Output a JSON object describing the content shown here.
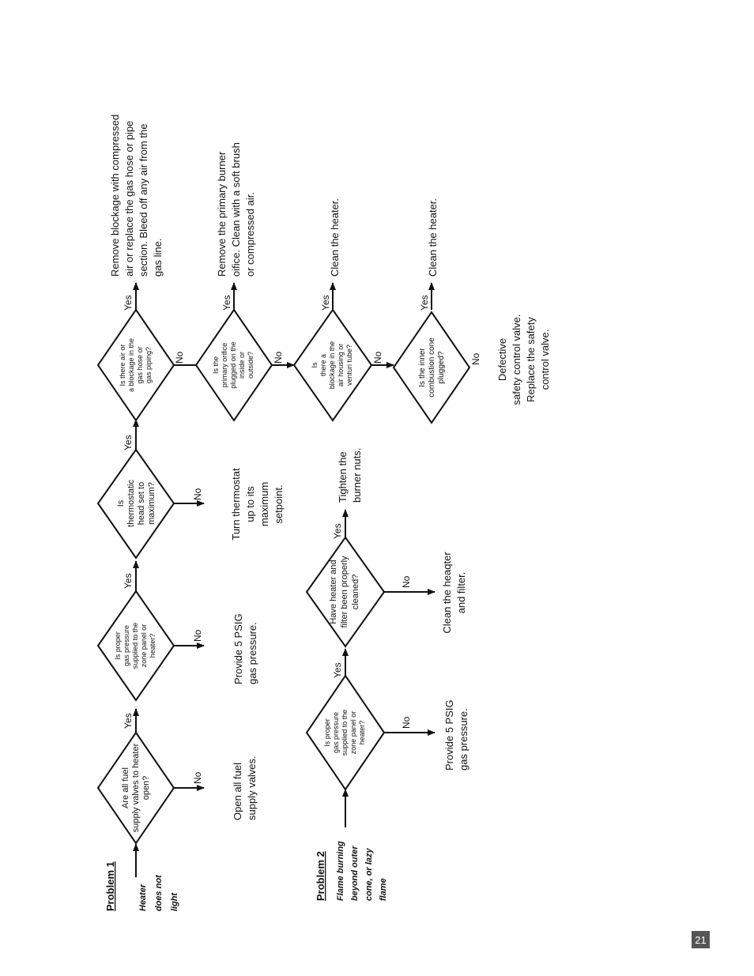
{
  "problem1": {
    "heading": "Problem 1",
    "description": [
      "Heater",
      "does not",
      "light"
    ],
    "q1": [
      "Are all fuel",
      "supply valves to heater",
      "open?"
    ],
    "q2": [
      "Is proper",
      "gas pressure",
      "supplied to the",
      "zone panel or",
      "heater?"
    ],
    "q3": [
      "Is",
      "thermostatic",
      "head set to",
      "maximum?"
    ],
    "q4": [
      "Is there air or",
      "a blockage in the",
      "gas hose or",
      "gas piping?"
    ],
    "q5": [
      "Is the",
      "primary orifice",
      "plugged on the",
      "inside or",
      "outside?"
    ],
    "q6": [
      "Is",
      "there a",
      "blockage in the",
      "air housing or",
      "venturi tube?"
    ],
    "q7": [
      "Is the inner",
      "combustion cone",
      "plugged?"
    ],
    "a1": [
      "Open all fuel",
      "supply valves."
    ],
    "a2": [
      "Provide 5 PSIG",
      "gas pressure."
    ],
    "a3": [
      "Turn thermostat",
      "up to its",
      "maximum",
      "setpoint."
    ],
    "a4": [
      "Remove blockage with compressed",
      "air or replace the gas hose or pipe",
      "section.  Bleed off any air from the",
      "gas line."
    ],
    "a5": [
      "Remove the primary burner",
      "oifice.  Clean with a soft brush",
      "or compressed air."
    ],
    "a6": [
      "Clean the heater."
    ],
    "a7": [
      "Clean the heater."
    ],
    "a8": [
      "Defective",
      "safety control valve.",
      "Replace the safety",
      "control valve."
    ]
  },
  "problem2": {
    "heading": "Problem 2",
    "description": [
      "Flame burning",
      "beyond outer",
      "cone, or lazy",
      "flame"
    ],
    "q1": [
      "Is proper",
      "gas pressure",
      "supplied to the",
      "zone panel or",
      "heater?"
    ],
    "q2": [
      "Have heater and",
      "filter been properly",
      "cleaned?"
    ],
    "a1": [
      "Provide 5 PSIG",
      "gas pressure."
    ],
    "a2": [
      "Clean the heaqter",
      "and filter."
    ],
    "a3": [
      "Tighten the",
      "burner nuts."
    ]
  },
  "labels": {
    "yes": "Yes",
    "no": "No"
  },
  "page_number": "21"
}
